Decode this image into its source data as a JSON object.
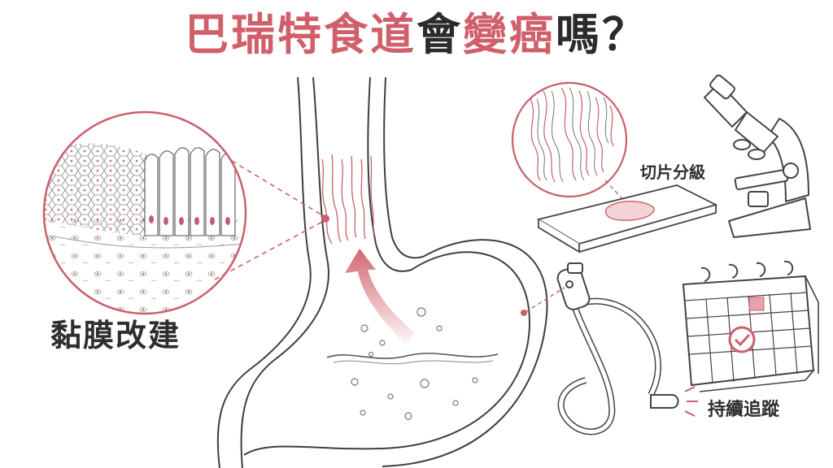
{
  "title": {
    "part1": "巴瑞特食道",
    "part2": "會",
    "part3": "變癌",
    "part4": "嗎？"
  },
  "labels": {
    "mucosa_change": "黏膜改建",
    "biopsy_grading": "切片分級",
    "follow_up": "持續追蹤"
  },
  "colors": {
    "accent_red": "#d05f6a",
    "ink": "#2b2b2b",
    "line": "#4a4a4a",
    "calendar_mark": "#d9848c"
  },
  "icons": [
    "magnified-cell-icon",
    "esophagus-stomach-icon",
    "microscope-icon",
    "slide-icon",
    "endoscope-icon",
    "calendar-icon",
    "check-icon",
    "arrow-up-icon"
  ]
}
